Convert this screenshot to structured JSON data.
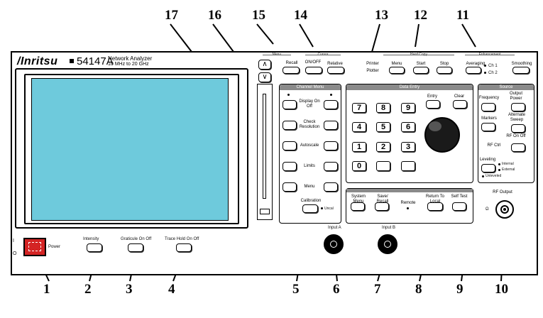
{
  "callouts": [
    "1",
    "2",
    "3",
    "4",
    "5",
    "6",
    "7",
    "8",
    "9",
    "10",
    "11",
    "12",
    "13",
    "14",
    "15",
    "16",
    "17"
  ],
  "brand": {
    "logo": "/Inritsu",
    "model": "54147A",
    "name": "Network Analyzer",
    "range": "10 MHz to 20 GHz"
  },
  "groups": {
    "menu": "Menu",
    "cursor": "Cursor",
    "hard_copy": "Hard Copy",
    "enhancement": "Enhancement"
  },
  "top_keys": {
    "up": "∧",
    "down": "∨",
    "recall": "Recall",
    "on_off": "ON/OFF",
    "relative": "Relative",
    "printer": "Printer",
    "plotter": "Plotter",
    "menu": "Menu",
    "start": "Start",
    "stop": "Stop",
    "averaging": "Averaging",
    "ch1": "Ch 1",
    "ch2": "Ch 2",
    "smoothing": "Smoothing"
  },
  "channel_panel": {
    "header": "Channel Menu",
    "display": "Display On Off",
    "check": "Check Resolution",
    "autoscale": "Autoscale",
    "limits": "Limits",
    "menu": "Menu",
    "calibration": "Calibration",
    "cal_led": "Uncal"
  },
  "data_panel": {
    "header": "Data Entry",
    "entry": "Entry",
    "clear": "Clear",
    "digits": [
      "7",
      "8",
      "9",
      "4",
      "5",
      "6",
      "1",
      "2",
      "3",
      "0"
    ]
  },
  "system_panel": {
    "system_menu": "System Menu",
    "save_recall": "Save/ Recall",
    "remote": "Remote",
    "return_local": "Return To Local",
    "self_test": "Self Test"
  },
  "source_panel": {
    "header": "Source",
    "frequency": "Frequency",
    "output_power": "Output Power",
    "markers": "Markers",
    "alternate_sweep": "Alternate Sweep",
    "rf_on_off": "RF On Off",
    "rf_ctrl": "RF Ctrl",
    "leveling": "Leveling",
    "internal": "Internal",
    "external": "External",
    "unleveled": "Unleveled"
  },
  "rf_output": {
    "label": "RF Output",
    "omega": "Ω"
  },
  "bottom_controls": {
    "power": "Power",
    "intensity": "Intensity",
    "graticule": "Graticule On Off",
    "trace_hold": "Trace Hold On Off",
    "input_a": "Input A",
    "input_b": "Input B"
  }
}
